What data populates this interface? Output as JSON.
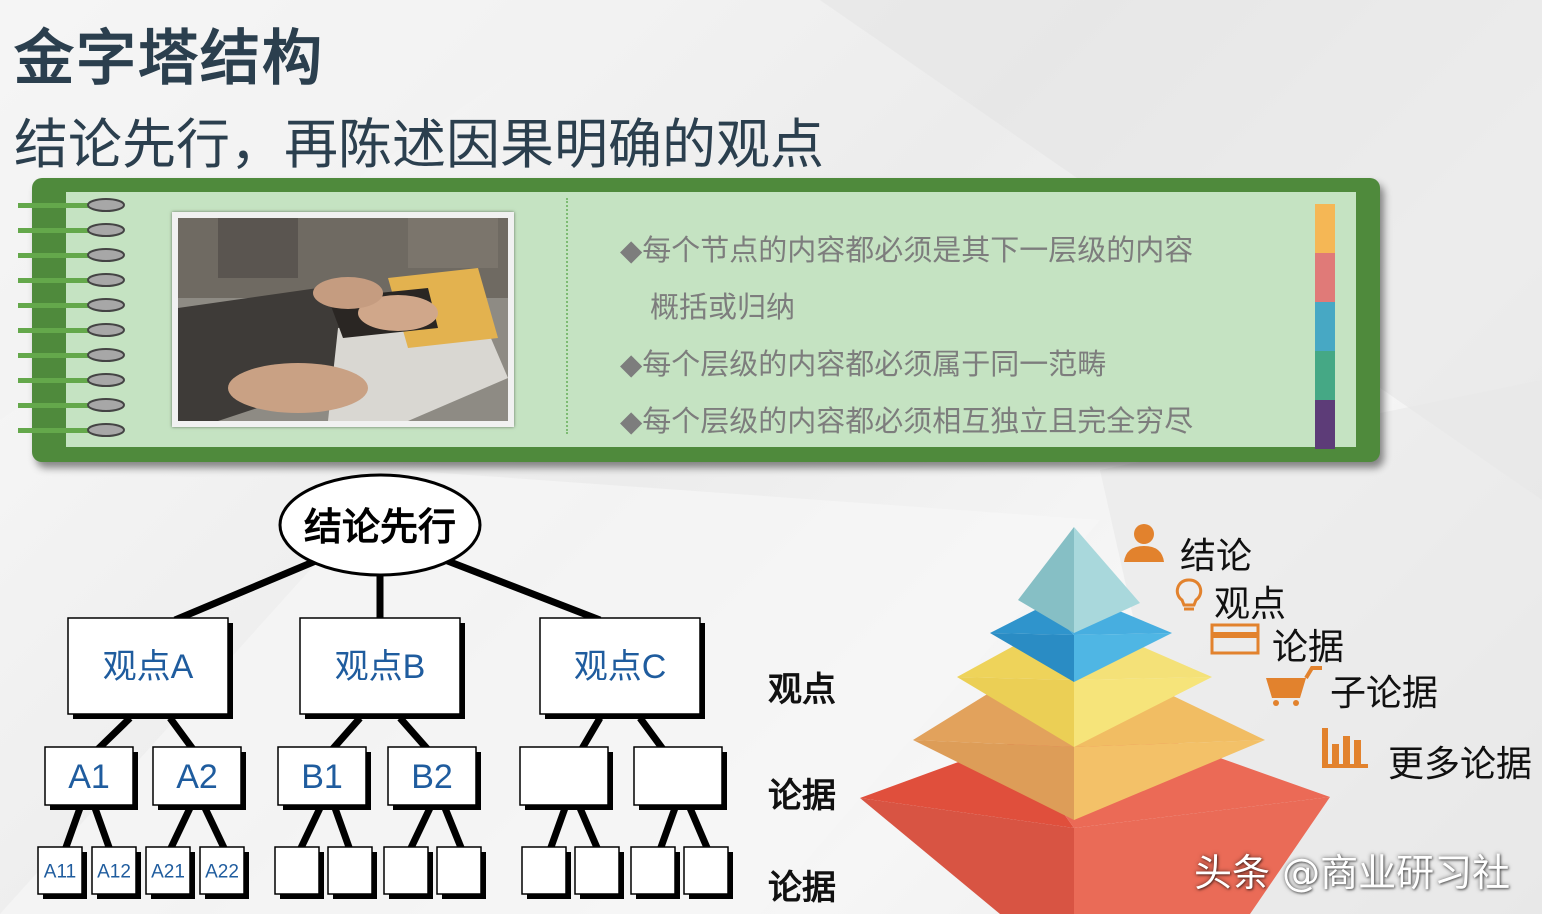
{
  "header": {
    "title": "金字塔结构",
    "subtitle": "结论先行，再陈述因果明确的观点"
  },
  "card": {
    "bullets": [
      "◆每个节点的内容都必须是其下一层级的内容",
      "概括或归纳",
      "◆每个层级的内容都必须属于同一范畴",
      "◆每个层级的内容都必须相互独立且完全穷尽"
    ],
    "swatch_colors": [
      "#f5b755",
      "#e07a78",
      "#47a8c4",
      "#45a885",
      "#5d3c78"
    ]
  },
  "tree": {
    "root": "结论先行",
    "level1": [
      "观点A",
      "观点B",
      "观点C"
    ],
    "level2": [
      "A1",
      "A2",
      "B1",
      "B2",
      "",
      ""
    ],
    "level3": [
      "A11",
      "A12",
      "A21",
      "A22",
      "",
      "",
      "",
      "",
      "",
      "",
      "",
      ""
    ]
  },
  "side_labels": [
    "观点",
    "论据",
    "论据"
  ],
  "pyramid": {
    "labels": [
      "结论",
      "观点",
      "论据",
      "子论据",
      "更多论据"
    ],
    "icons": [
      "person-icon",
      "lightbulb-icon",
      "card-icon",
      "cart-icon",
      "bar-chart-icon"
    ],
    "layer_colors": [
      "#9ccfd3",
      "#3aa1d6",
      "#f4de6b",
      "#eeb55c",
      "#e45e4b"
    ],
    "icon_color": "#e2822d"
  },
  "watermark": "头条 @商业研习社"
}
